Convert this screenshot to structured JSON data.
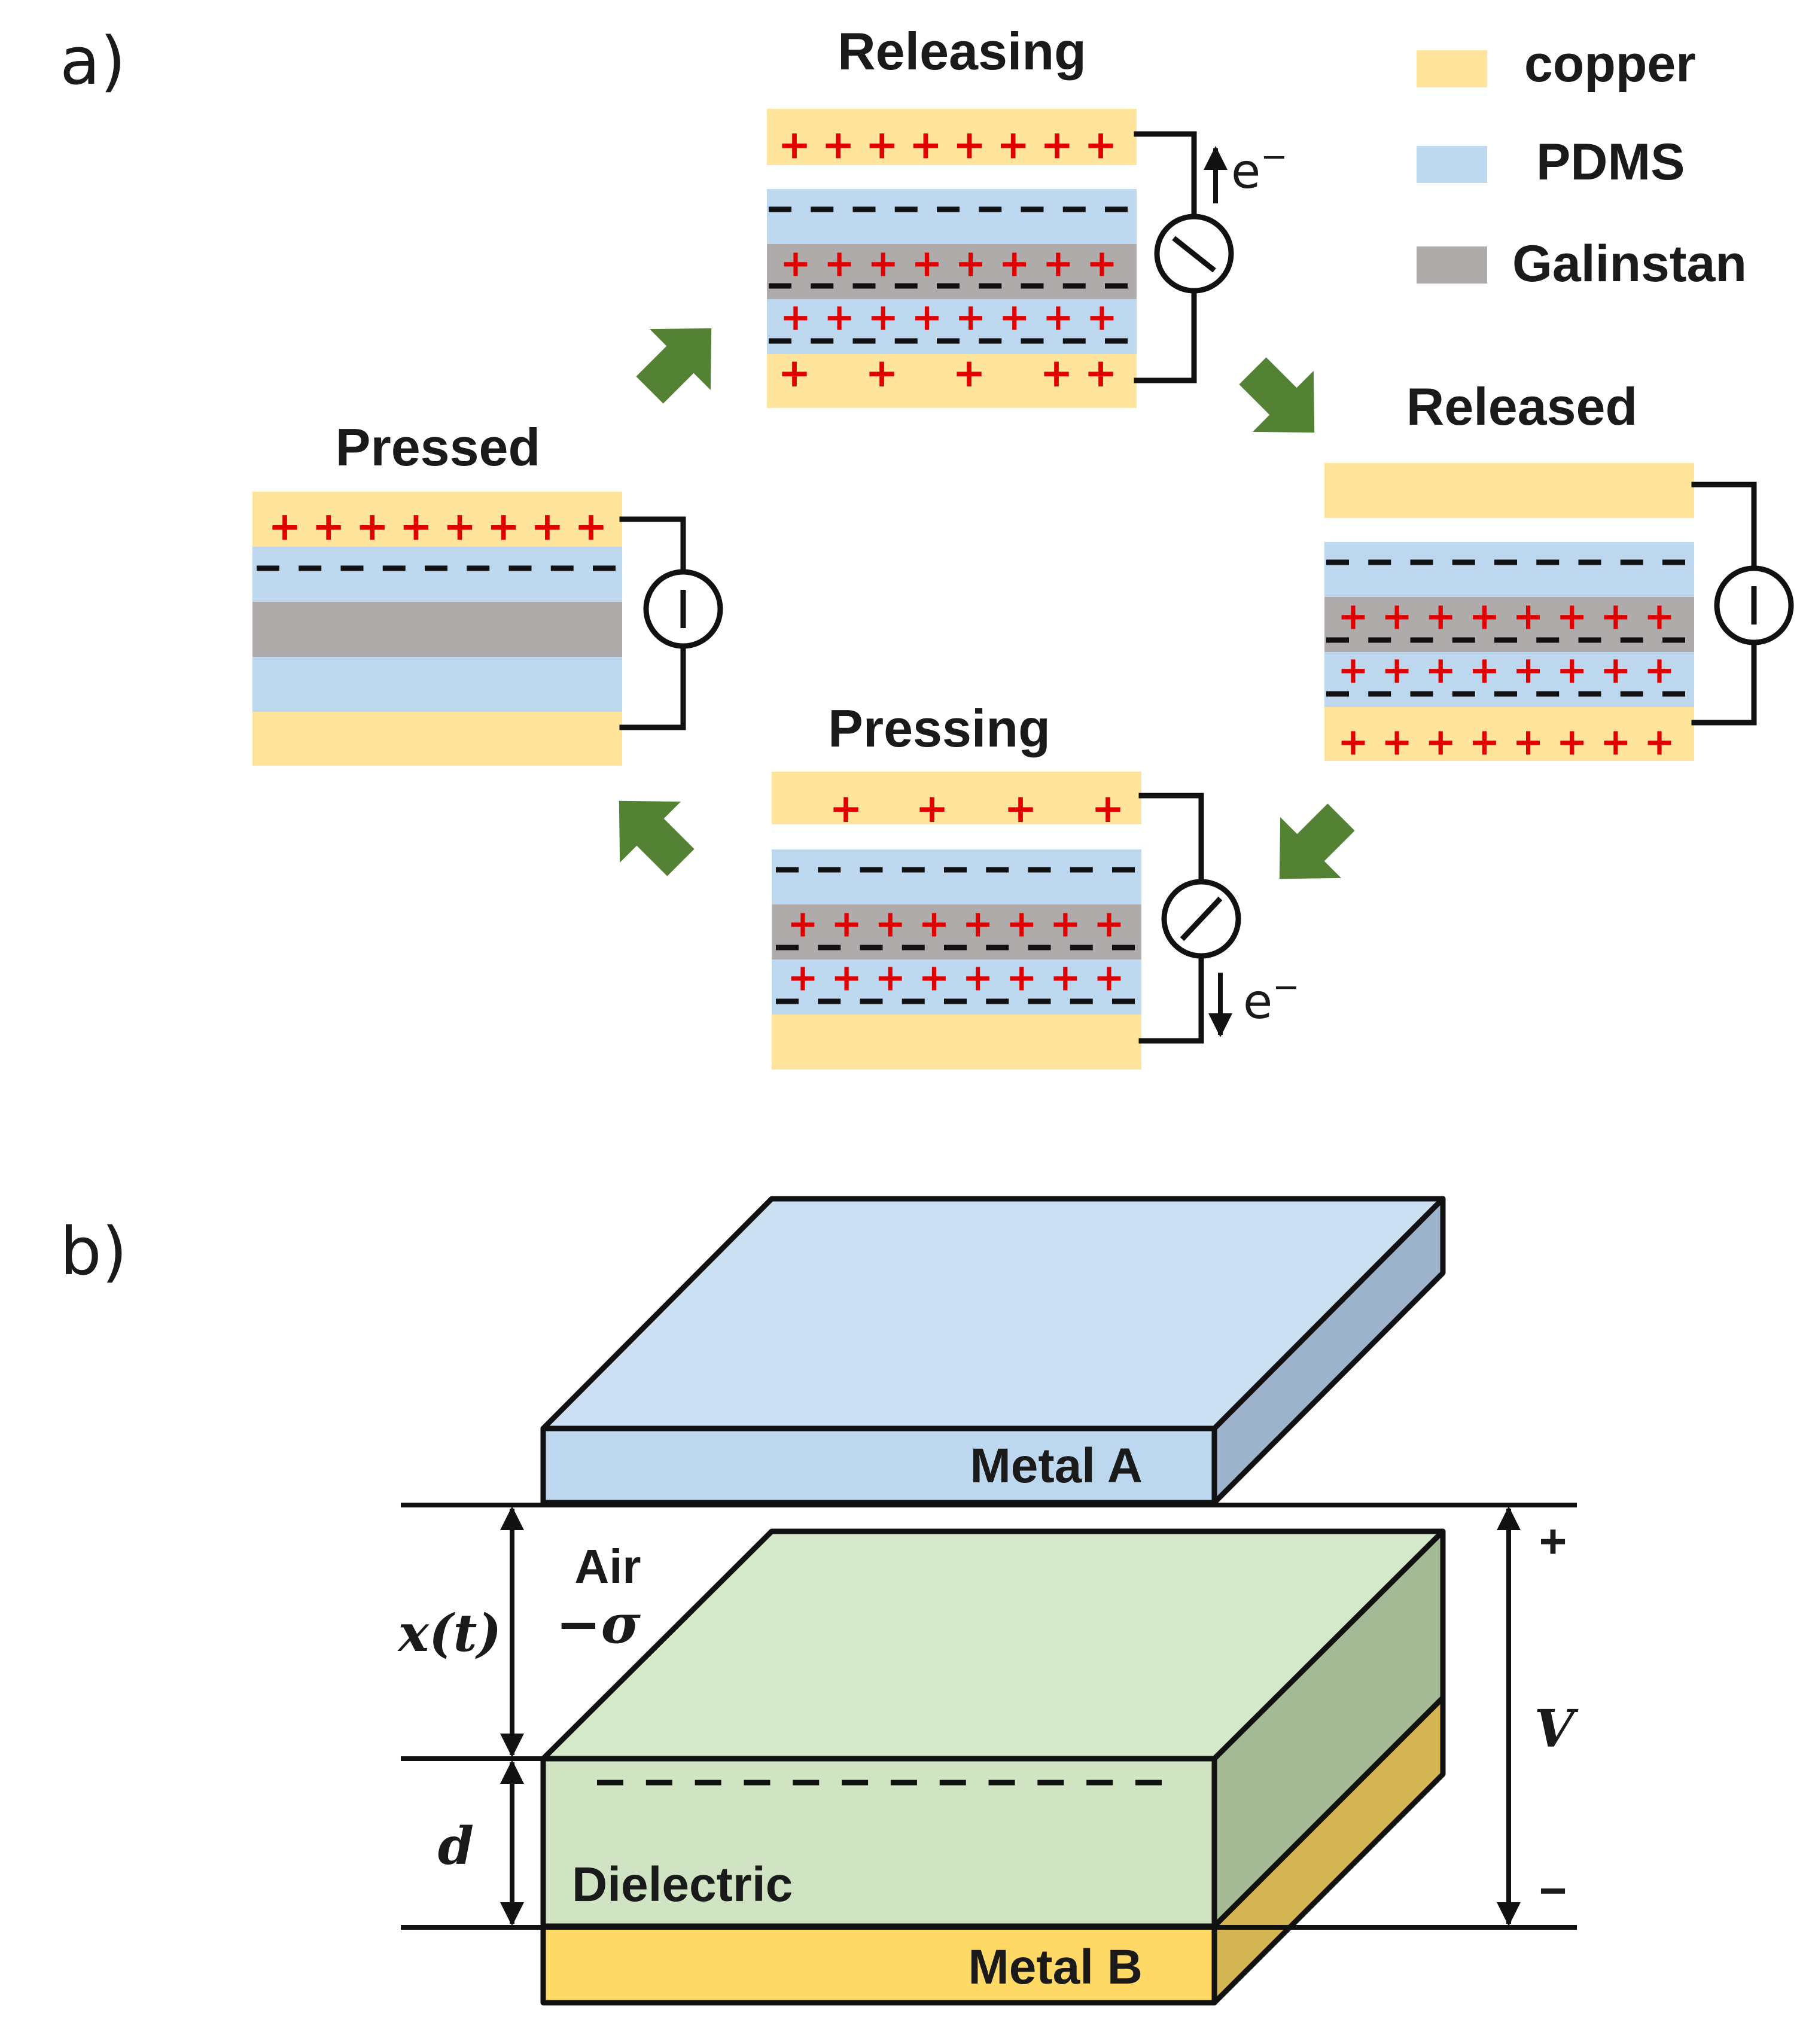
{
  "panel_a": {
    "label": "a)",
    "states": {
      "releasing": "Releasing",
      "released": "Released",
      "pressing": "Pressing",
      "pressed": "Pressed"
    },
    "legend": [
      {
        "name": "copper",
        "color": "#FFE49C"
      },
      {
        "name": "PDMS",
        "color": "#BDD7EE"
      },
      {
        "name": "Galinstan",
        "color": "#AFABAB"
      }
    ],
    "electron": "e",
    "electron_sup": "−",
    "charge_plus": "+",
    "arrow_color": "#548235",
    "charge_color": "#E00000"
  },
  "panel_b": {
    "label": "b)",
    "metal_a": "Metal A",
    "metal_b": "Metal B",
    "air": "Air",
    "sigma": "−σ",
    "dielectric": "Dielectric",
    "x_t": "x(t)",
    "d": "d",
    "V": "V",
    "plus": "+",
    "minus": "−",
    "colors": {
      "metal_a_front": "#BDD7EE",
      "metal_a_top": "#CCE0F4",
      "metal_a_side": "#9DB3CC",
      "dielectric_front": "#D0E4C4",
      "dielectric_side": "#A3BA94",
      "metal_b_front": "#FFD966",
      "metal_b_side": "#D4B554"
    }
  }
}
